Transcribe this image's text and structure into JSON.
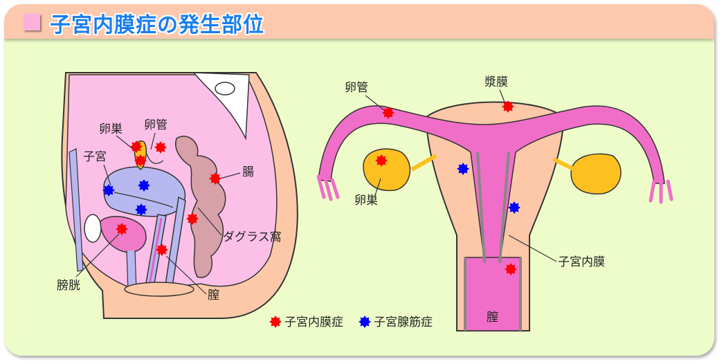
{
  "header": {
    "title": "子宮内膜症の発生部位"
  },
  "sagittal_view": {
    "labels": {
      "ovary": "卵巣",
      "fallopian_tube": "卵管",
      "uterus": "子宮",
      "intestine": "腸",
      "douglas_pouch": "ダグラス窩",
      "bladder": "膀胱",
      "vagina": "膣"
    }
  },
  "frontal_view": {
    "labels": {
      "fallopian_tube": "卵管",
      "serosa": "漿膜",
      "ovary": "卵巣",
      "endometrium": "子宮内膜",
      "vagina": "膣"
    }
  },
  "legend": {
    "items": [
      {
        "label": "子宮内膜症",
        "color": "#ff0000"
      },
      {
        "label": "子宮腺筋症",
        "color": "#0000ff"
      }
    ]
  },
  "colors": {
    "endometriosis": "#ff0000",
    "adenomyosis": "#0000ff",
    "header_text": "#1a7ef0",
    "uterus_pink": "#f06ec8",
    "ovary_yellow": "#fcc020"
  }
}
